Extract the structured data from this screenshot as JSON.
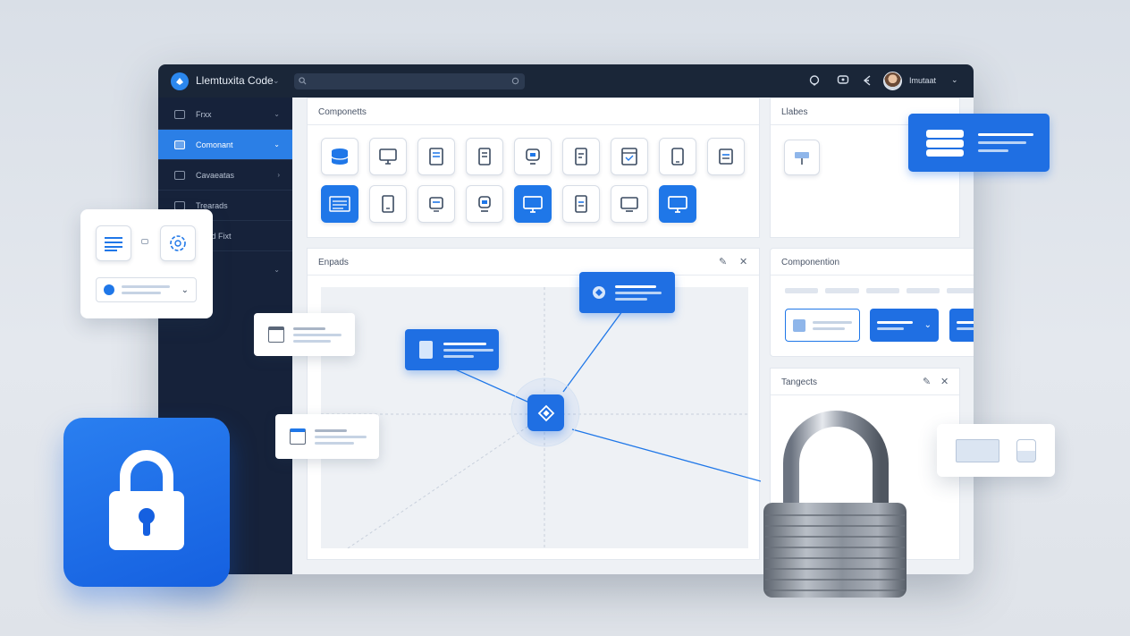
{
  "window": {
    "app_title": "Llemtuxita Code",
    "user_name": "Imutaat"
  },
  "sidebar": {
    "items": [
      {
        "label": "Frxx",
        "icon": "cloud-icon",
        "chevron": "⌄",
        "active": false
      },
      {
        "label": "Comonant",
        "icon": "home-icon",
        "chevron": "⌄",
        "active": true
      },
      {
        "label": "Cavaeatas",
        "icon": "grid-icon",
        "chevron": "›",
        "active": false
      },
      {
        "label": "Trearads",
        "icon": "lock-icon",
        "chevron": "",
        "active": false
      },
      {
        "label": "Falad Fixt",
        "icon": "folder-icon",
        "chevron": "⌄",
        "active": false
      }
    ]
  },
  "panels": {
    "components": {
      "title": "Componetts"
    },
    "labels": {
      "title": "Llabes"
    },
    "canvas": {
      "title": "Enpads"
    },
    "composition": {
      "title": "Componention"
    },
    "targets": {
      "title": "Tangects"
    }
  },
  "colors": {
    "accent": "#1f77e8",
    "sidebar_bg": "#16223a",
    "topbar_bg": "#1a2638",
    "security_tile": "#1668e8"
  },
  "icons": {
    "search": "search-icon",
    "notification": "chat-icon",
    "settings": "gear-icon",
    "share": "share-icon",
    "security": "lock-icon",
    "hub": "diamond-hub-icon"
  }
}
